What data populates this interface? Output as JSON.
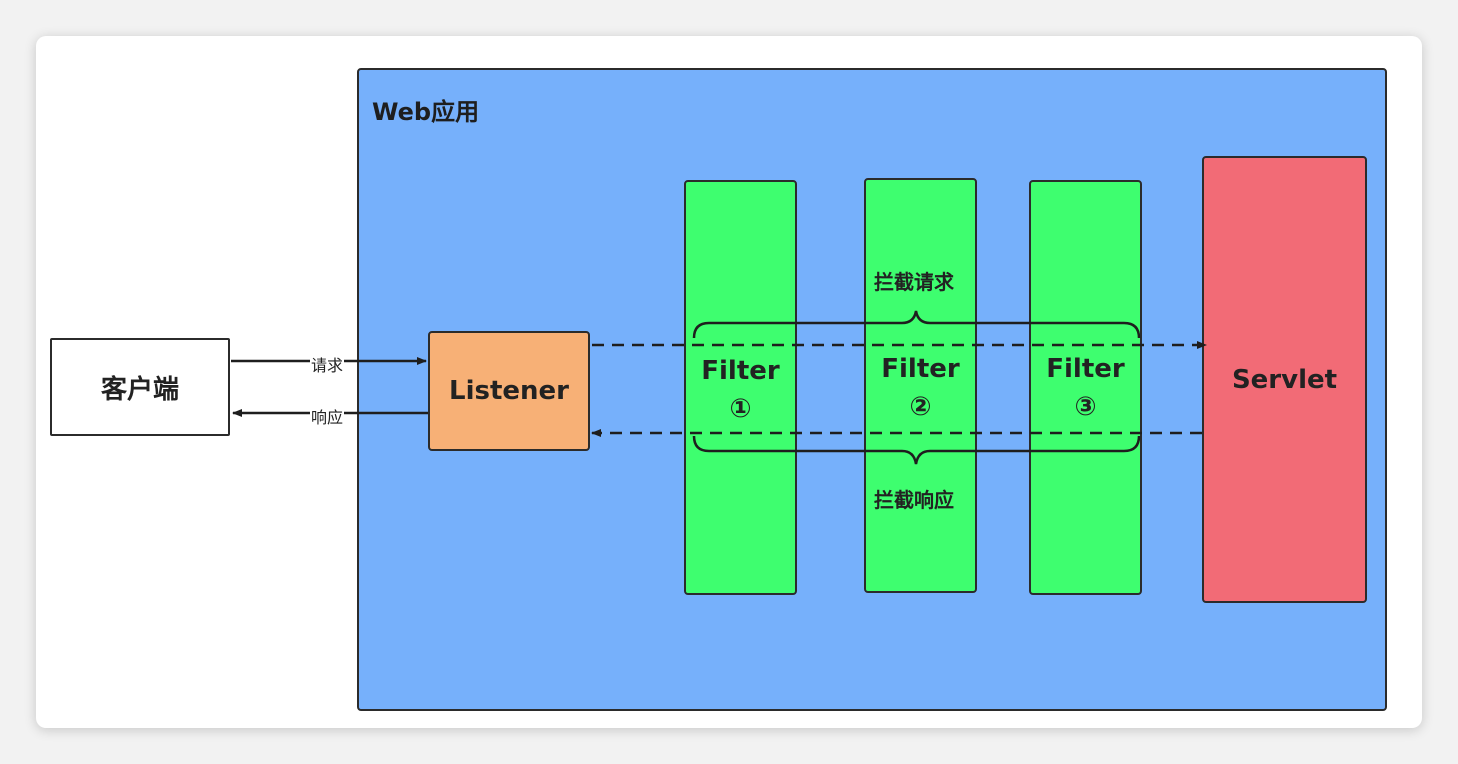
{
  "web_app": {
    "title": "Web应用"
  },
  "client": {
    "label": "客户端"
  },
  "listener": {
    "label": "Listener"
  },
  "filters": [
    {
      "name": "Filter",
      "number": "①"
    },
    {
      "name": "Filter",
      "number": "②"
    },
    {
      "name": "Filter",
      "number": "③"
    }
  ],
  "servlet": {
    "label": "Servlet"
  },
  "arrows": {
    "request_label": "请求",
    "response_label": "响应"
  },
  "annotations": {
    "intercept_request": "拦截请求",
    "intercept_response": "拦截响应"
  },
  "colors": {
    "web_app_bg": "#76b0fb",
    "listener_bg": "#f7b076",
    "filter_bg": "#3efe6f",
    "servlet_bg": "#f26b76",
    "client_bg": "#ffffff"
  }
}
